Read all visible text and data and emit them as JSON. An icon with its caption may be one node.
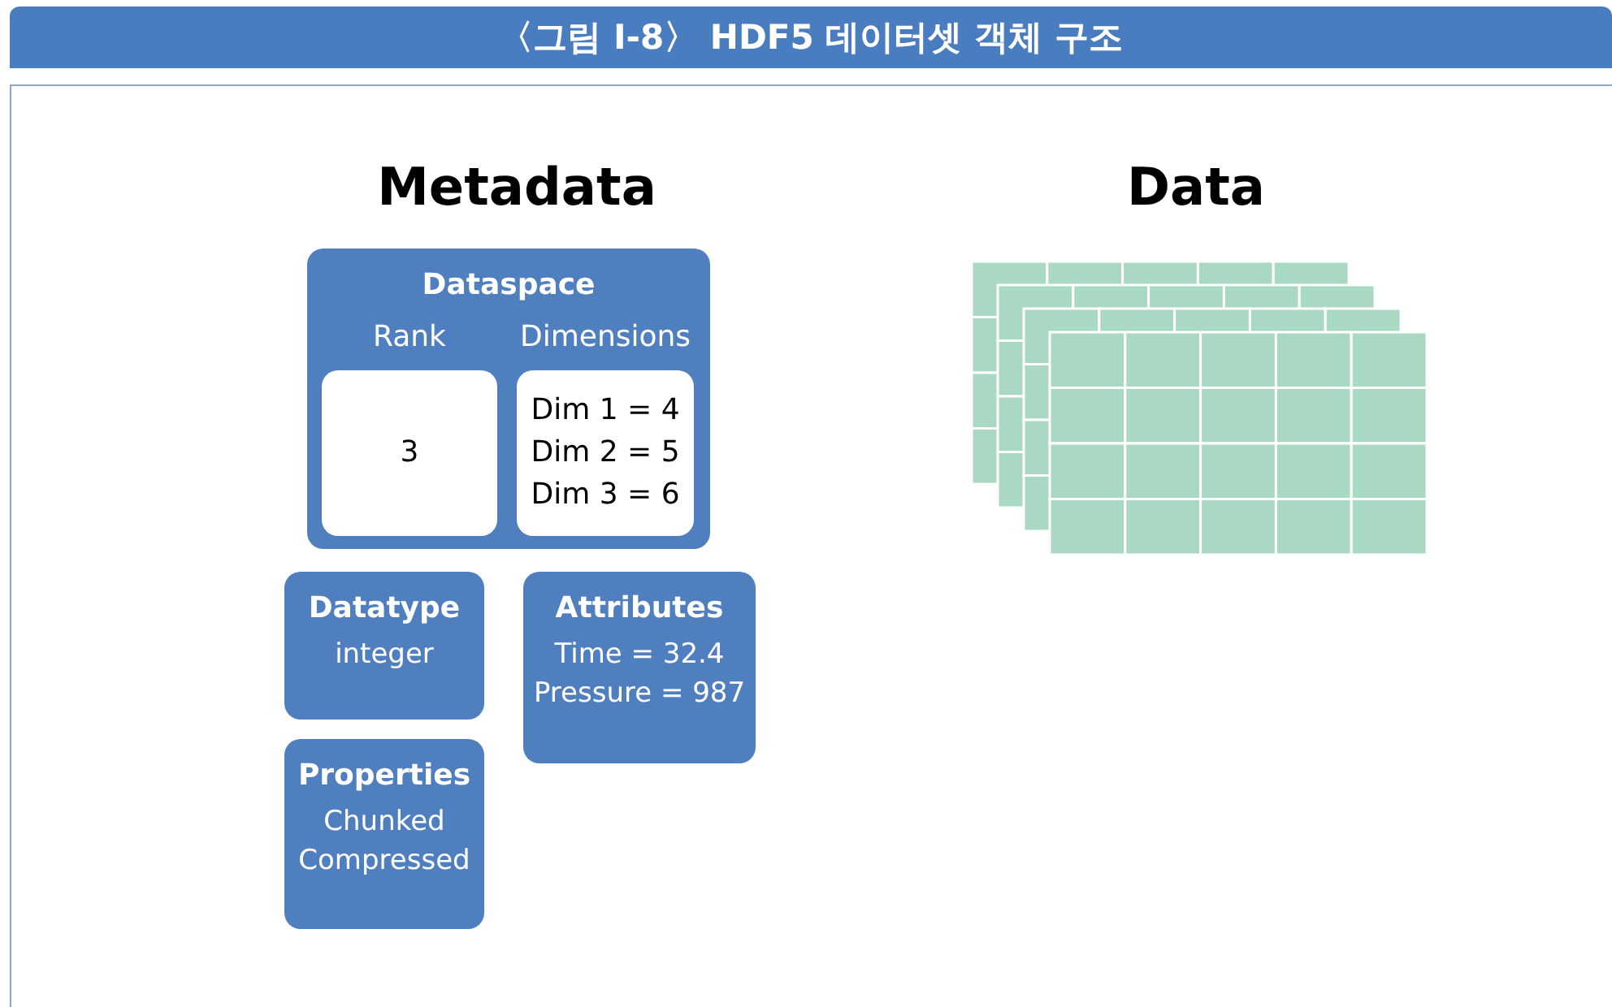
{
  "diagram": {
    "title": "〈그림 Ⅰ-8〉 HDF5 데이터셋 객체 구조",
    "nodes": [
      {
        "text": [
          "Dataspace"
        ]
      },
      {
        "text": [
          "Rank",
          "3"
        ],
        "in": 0
      },
      {
        "text": [
          "Dimensions",
          "Dim 1 = 4",
          "Dim 2 = 5",
          "Dim 3 = 6"
        ],
        "in": 0
      },
      {
        "text": [
          "Datatype",
          "integer"
        ]
      },
      {
        "text": [
          "Attributes",
          "Time = 32.4",
          "Pressure = 987"
        ]
      },
      {
        "text": [
          "Properties",
          "Chunked",
          "Compressed"
        ]
      }
    ],
    "edges": [],
    "labels": [
      "Metadata",
      "Data"
    ]
  }
}
